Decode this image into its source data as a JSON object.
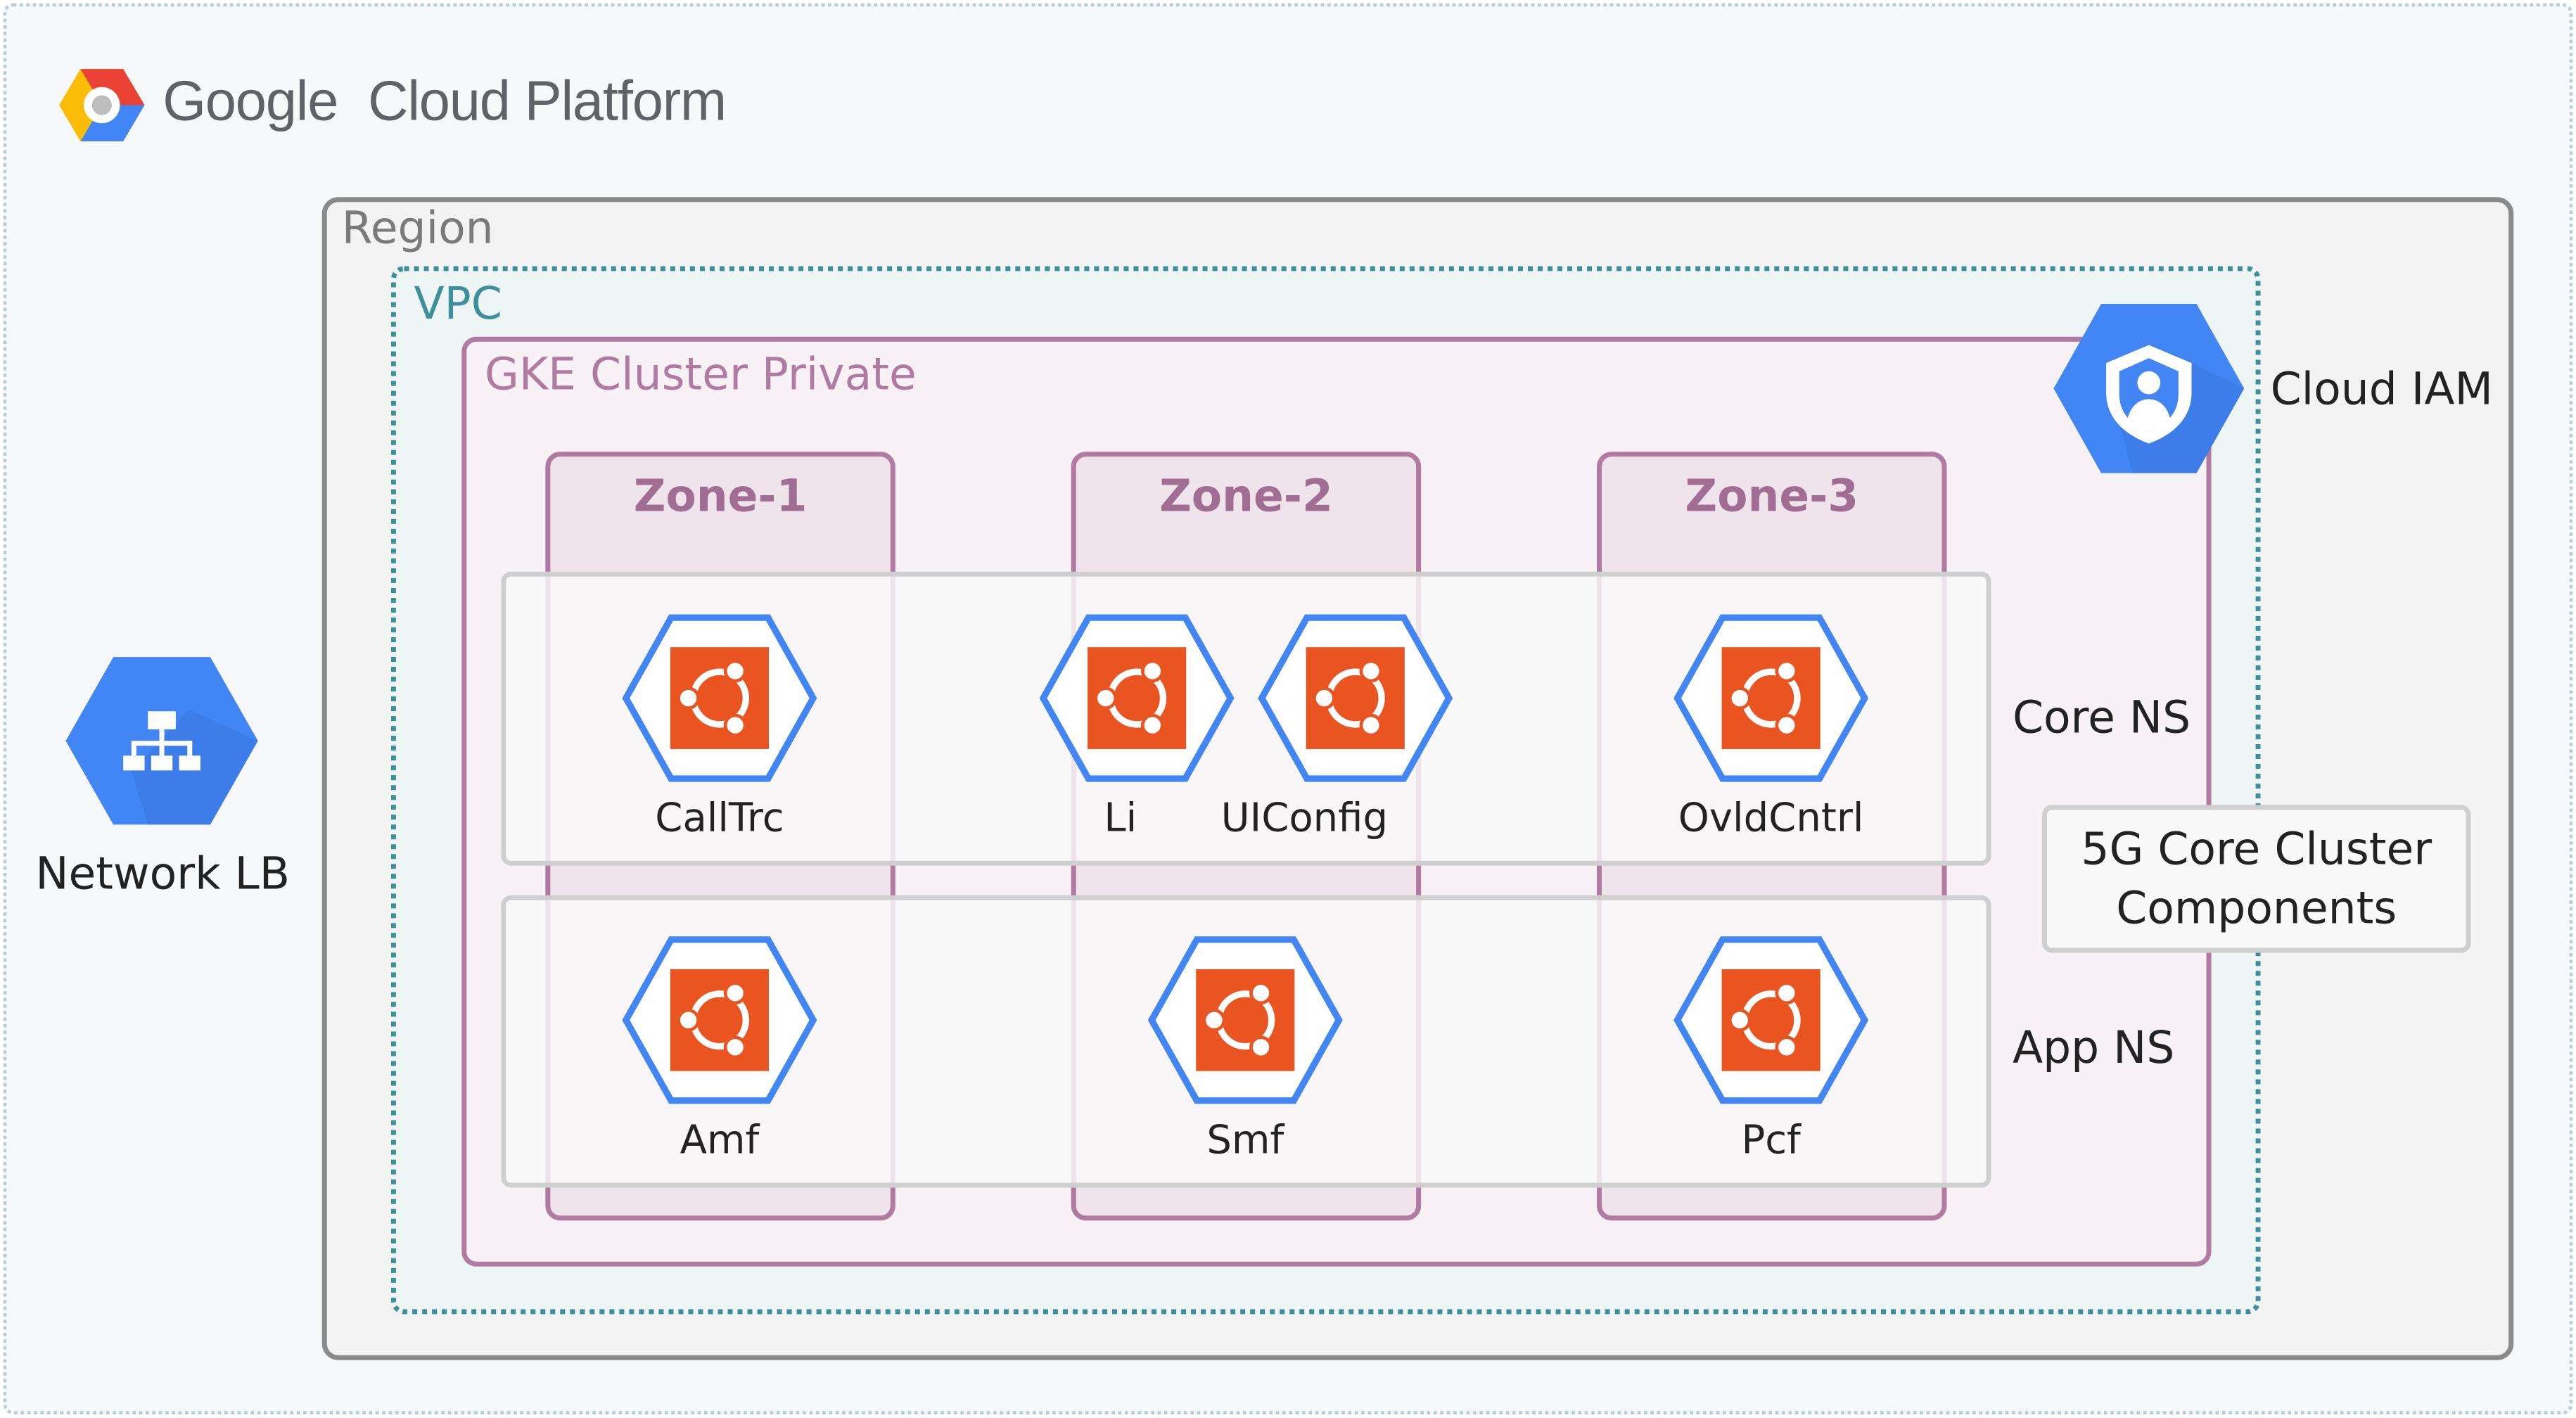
{
  "header": {
    "logo_text_google": "Google",
    "logo_text_rest": "Cloud Platform"
  },
  "containers": {
    "region": "Region",
    "vpc": "VPC",
    "cluster": "GKE Cluster Private"
  },
  "zones": [
    "Zone-1",
    "Zone-2",
    "Zone-3"
  ],
  "namespaces": {
    "core": "Core NS",
    "app": "App NS"
  },
  "legend": {
    "line1": "5G Core Cluster",
    "line2": "Components"
  },
  "services": {
    "network_lb": "Network LB",
    "cloud_iam": "Cloud IAM"
  },
  "components": {
    "calltrc": "CallTrc",
    "li": "Li",
    "uiconfig": "UIConfig",
    "ovldcntrl": "OvldCntrl",
    "amf": "Amf",
    "smf": "Smf",
    "pcf": "Pcf"
  },
  "colors": {
    "gcp_blue": "#4285f4",
    "ubuntu_orange": "#e95420",
    "cluster_purple": "#b07aa1",
    "vpc_teal": "#3d8f99",
    "region_gray": "#7a7a7a"
  },
  "icons": {
    "network_lb": "load-balancer-icon",
    "cloud_iam": "user-shield-icon",
    "component": "ubuntu-logo-icon"
  }
}
